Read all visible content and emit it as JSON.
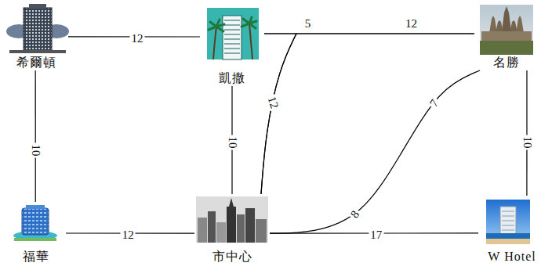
{
  "diagram": {
    "nodes": [
      {
        "text": [
          "希爾頓"
        ]
      },
      {
        "text": [
          "凱撒"
        ]
      },
      {
        "text": [
          "名勝"
        ]
      },
      {
        "text": [
          "福華"
        ]
      },
      {
        "text": [
          "市中心"
        ]
      },
      {
        "text": [
          "W Hotel"
        ]
      }
    ],
    "edges": [
      {
        "from": 0,
        "to": 1,
        "arrow": "none",
        "label": "12"
      },
      {
        "from": 0,
        "to": 3,
        "arrow": "none",
        "label": "10"
      },
      {
        "from": 1,
        "to": 2,
        "arrow": "none"
      },
      {
        "from": 1,
        "to": 4,
        "arrow": "none",
        "label": "10"
      },
      {
        "from": 1,
        "to": 4,
        "arrow": "none"
      },
      {
        "from": 4,
        "to": 2,
        "arrow": "none"
      },
      {
        "from": 4,
        "to": 2,
        "arrow": "none"
      },
      {
        "from": 3,
        "to": 4,
        "arrow": "none",
        "label": "12"
      },
      {
        "from": 4,
        "to": 5,
        "arrow": "none",
        "label": "17"
      },
      {
        "from": 2,
        "to": 5,
        "arrow": "none",
        "label": "10"
      }
    ],
    "labels": [
      "5",
      "12",
      "7",
      "12",
      "8"
    ]
  }
}
